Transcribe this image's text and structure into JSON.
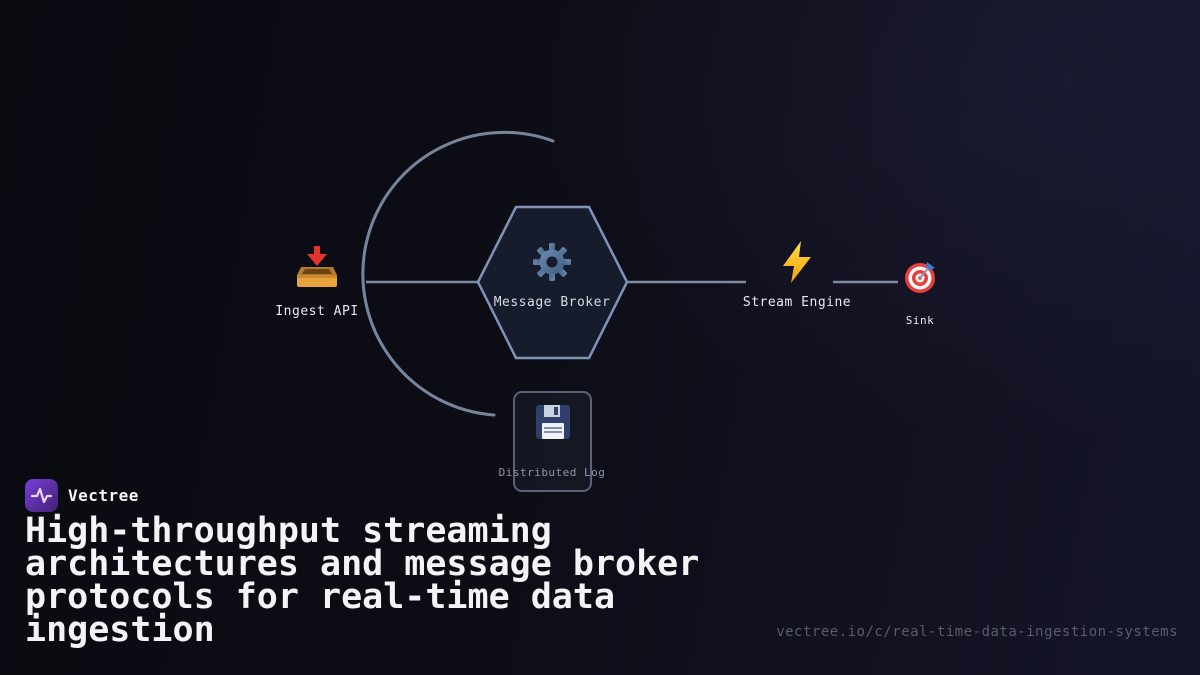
{
  "brand": {
    "name": "Vectree"
  },
  "diagram": {
    "nodes": [
      {
        "id": "ingest-api",
        "label": "Ingest API",
        "icon": "inbox-tray-icon"
      },
      {
        "id": "message-broker",
        "label": "Message Broker",
        "icon": "gear-icon"
      },
      {
        "id": "stream-engine",
        "label": "Stream Engine",
        "icon": "lightning-bolt-icon"
      },
      {
        "id": "sink",
        "label": "Sink",
        "icon": "target-icon"
      },
      {
        "id": "distributed-log",
        "label": "Distributed Log",
        "icon": "floppy-disk-icon"
      }
    ],
    "shapes": {
      "center_shape": "hexagon",
      "distributed_log_shape": "rounded-rectangle"
    }
  },
  "footer": {
    "headline": "High-throughput streaming architectures and message broker protocols for real-time data ingestion",
    "url": "vectree.io/c/real-time-data-ingestion-systems"
  },
  "colors": {
    "background_start": "#0a0a11",
    "background_end": "#15152a",
    "connector": "#8292a8",
    "hexagon_stroke": "#8192ba",
    "hexagon_fill": "#161c2b",
    "gear_blue": "#54779e",
    "bolt_yellow": "#fbbf24",
    "target_red": "#e8403d",
    "floppy_navy": "#31406b",
    "inbox_orange": "#e8a33d",
    "arrow_red": "#e3342f",
    "brand_purple": "#7a3fd4",
    "label_light": "#e7eaef",
    "label_muted": "#8d96a8",
    "url_gray": "#565d6b"
  }
}
